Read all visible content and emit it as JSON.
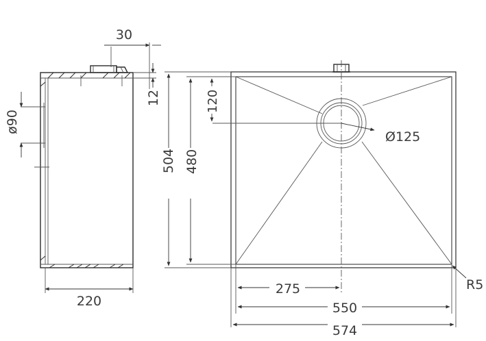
{
  "side_view": {
    "dims": {
      "top_offset": "30",
      "rim": "12",
      "drain_dia": "ø90",
      "depth": "220"
    }
  },
  "front_view": {
    "dims": {
      "outer_height": "504",
      "inner_height": "480",
      "drain_offset": "120",
      "drain_dia": "Ø125",
      "drain_x": "275",
      "inner_width": "550",
      "outer_width": "574",
      "radius": "R5"
    }
  }
}
